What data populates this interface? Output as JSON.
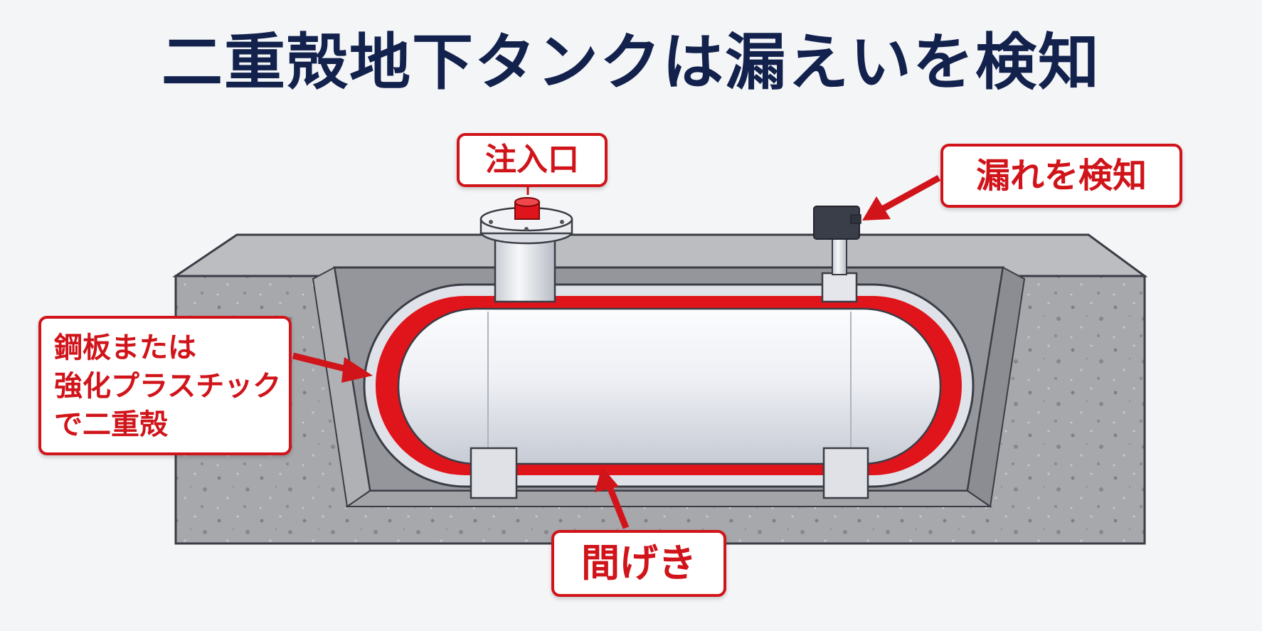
{
  "title": "二重殻地下タンクは漏えいを検知",
  "labels": {
    "inlet": "注入口",
    "leak_detect": "漏れを検知",
    "double_wall_lines": [
      "鋼板または",
      "強化プラスチック",
      "で二重殻"
    ],
    "gap": "間げき"
  },
  "colors": {
    "title": "#13224d",
    "accent_red": "#d0141a",
    "concrete": "#a9aaae",
    "tank": "#eef0f4"
  }
}
